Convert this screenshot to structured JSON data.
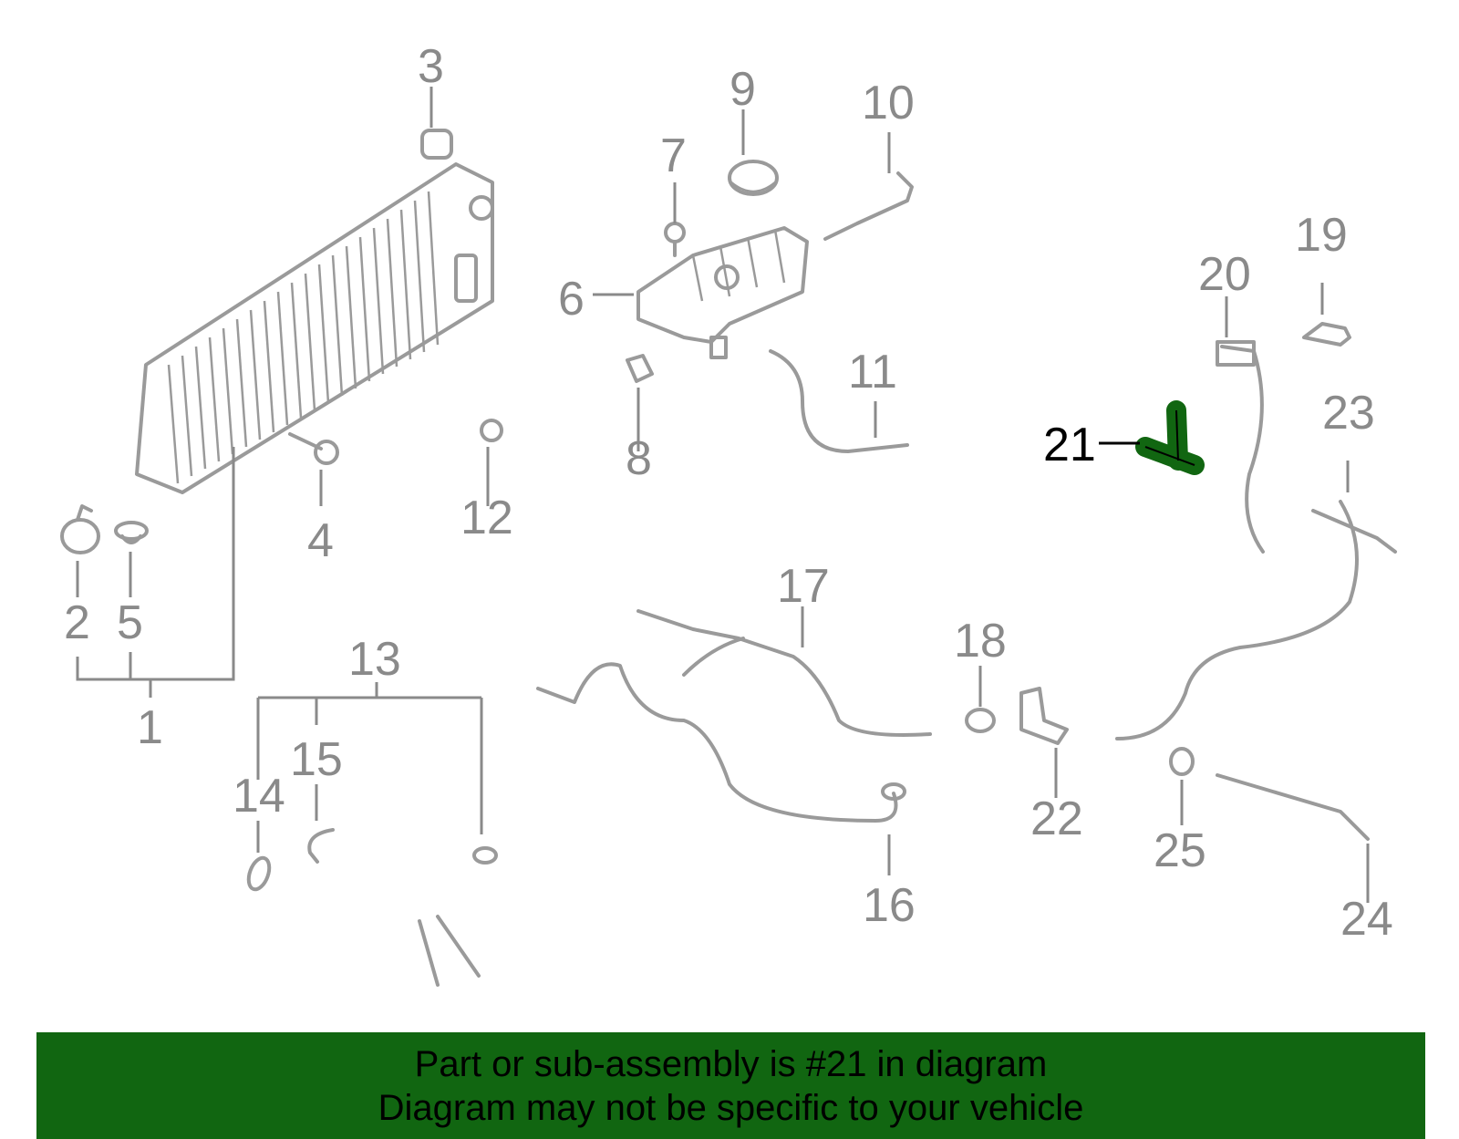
{
  "callouts": [
    {
      "id": "1",
      "label": "1"
    },
    {
      "id": "2",
      "label": "2"
    },
    {
      "id": "3",
      "label": "3"
    },
    {
      "id": "4",
      "label": "4"
    },
    {
      "id": "5",
      "label": "5"
    },
    {
      "id": "6",
      "label": "6"
    },
    {
      "id": "7",
      "label": "7"
    },
    {
      "id": "8",
      "label": "8"
    },
    {
      "id": "9",
      "label": "9"
    },
    {
      "id": "10",
      "label": "10"
    },
    {
      "id": "11",
      "label": "11"
    },
    {
      "id": "12",
      "label": "12"
    },
    {
      "id": "13",
      "label": "13"
    },
    {
      "id": "14",
      "label": "14"
    },
    {
      "id": "15",
      "label": "15"
    },
    {
      "id": "16",
      "label": "16"
    },
    {
      "id": "17",
      "label": "17"
    },
    {
      "id": "18",
      "label": "18"
    },
    {
      "id": "19",
      "label": "19"
    },
    {
      "id": "20",
      "label": "20"
    },
    {
      "id": "21",
      "label": "21"
    },
    {
      "id": "22",
      "label": "22"
    },
    {
      "id": "23",
      "label": "23"
    },
    {
      "id": "24",
      "label": "24"
    },
    {
      "id": "25",
      "label": "25"
    }
  ],
  "highlighted_part": "21",
  "colors": {
    "highlight": "#116611",
    "line": "#9a9a9a",
    "banner": "#116611"
  },
  "banner": {
    "line1": "Part or sub-assembly is #21 in diagram",
    "line2": "Diagram may not be specific to your vehicle"
  }
}
